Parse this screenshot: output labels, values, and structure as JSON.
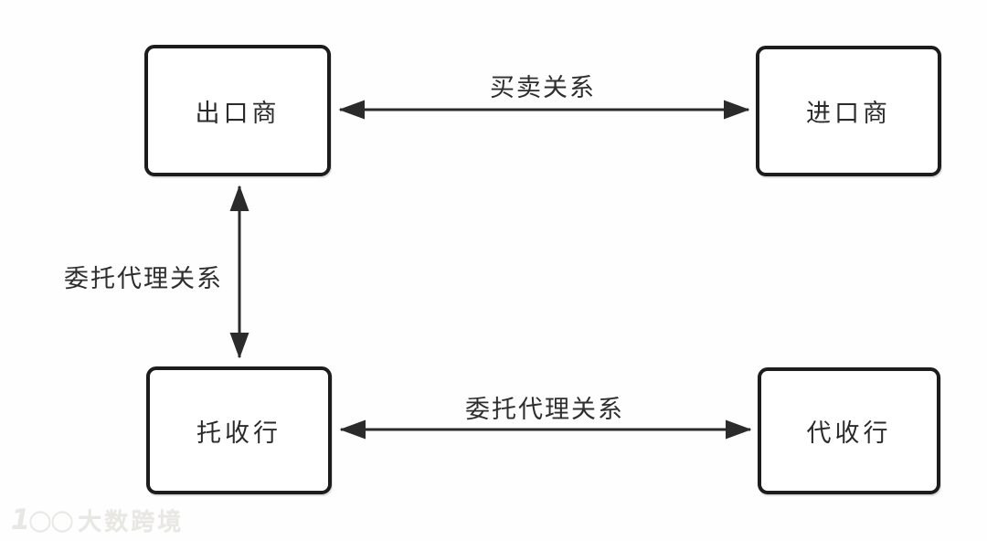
{
  "nodes": {
    "exporter": {
      "label": "出口商"
    },
    "importer": {
      "label": "进口商"
    },
    "remitting_bank": {
      "label": "托收行"
    },
    "collecting_bank": {
      "label": "代收行"
    }
  },
  "edges": {
    "trade": {
      "label": "买卖关系"
    },
    "agency_left": {
      "label": "委托代理关系"
    },
    "agency_bottom": {
      "label": "委托代理关系"
    }
  },
  "watermark": {
    "logo": "1○○",
    "text": "大数跨境"
  },
  "colors": {
    "ink": "#2b2b2b",
    "node_border": "#1c1c1c",
    "background": "#fefefe",
    "watermark": "#e8e7e3"
  }
}
